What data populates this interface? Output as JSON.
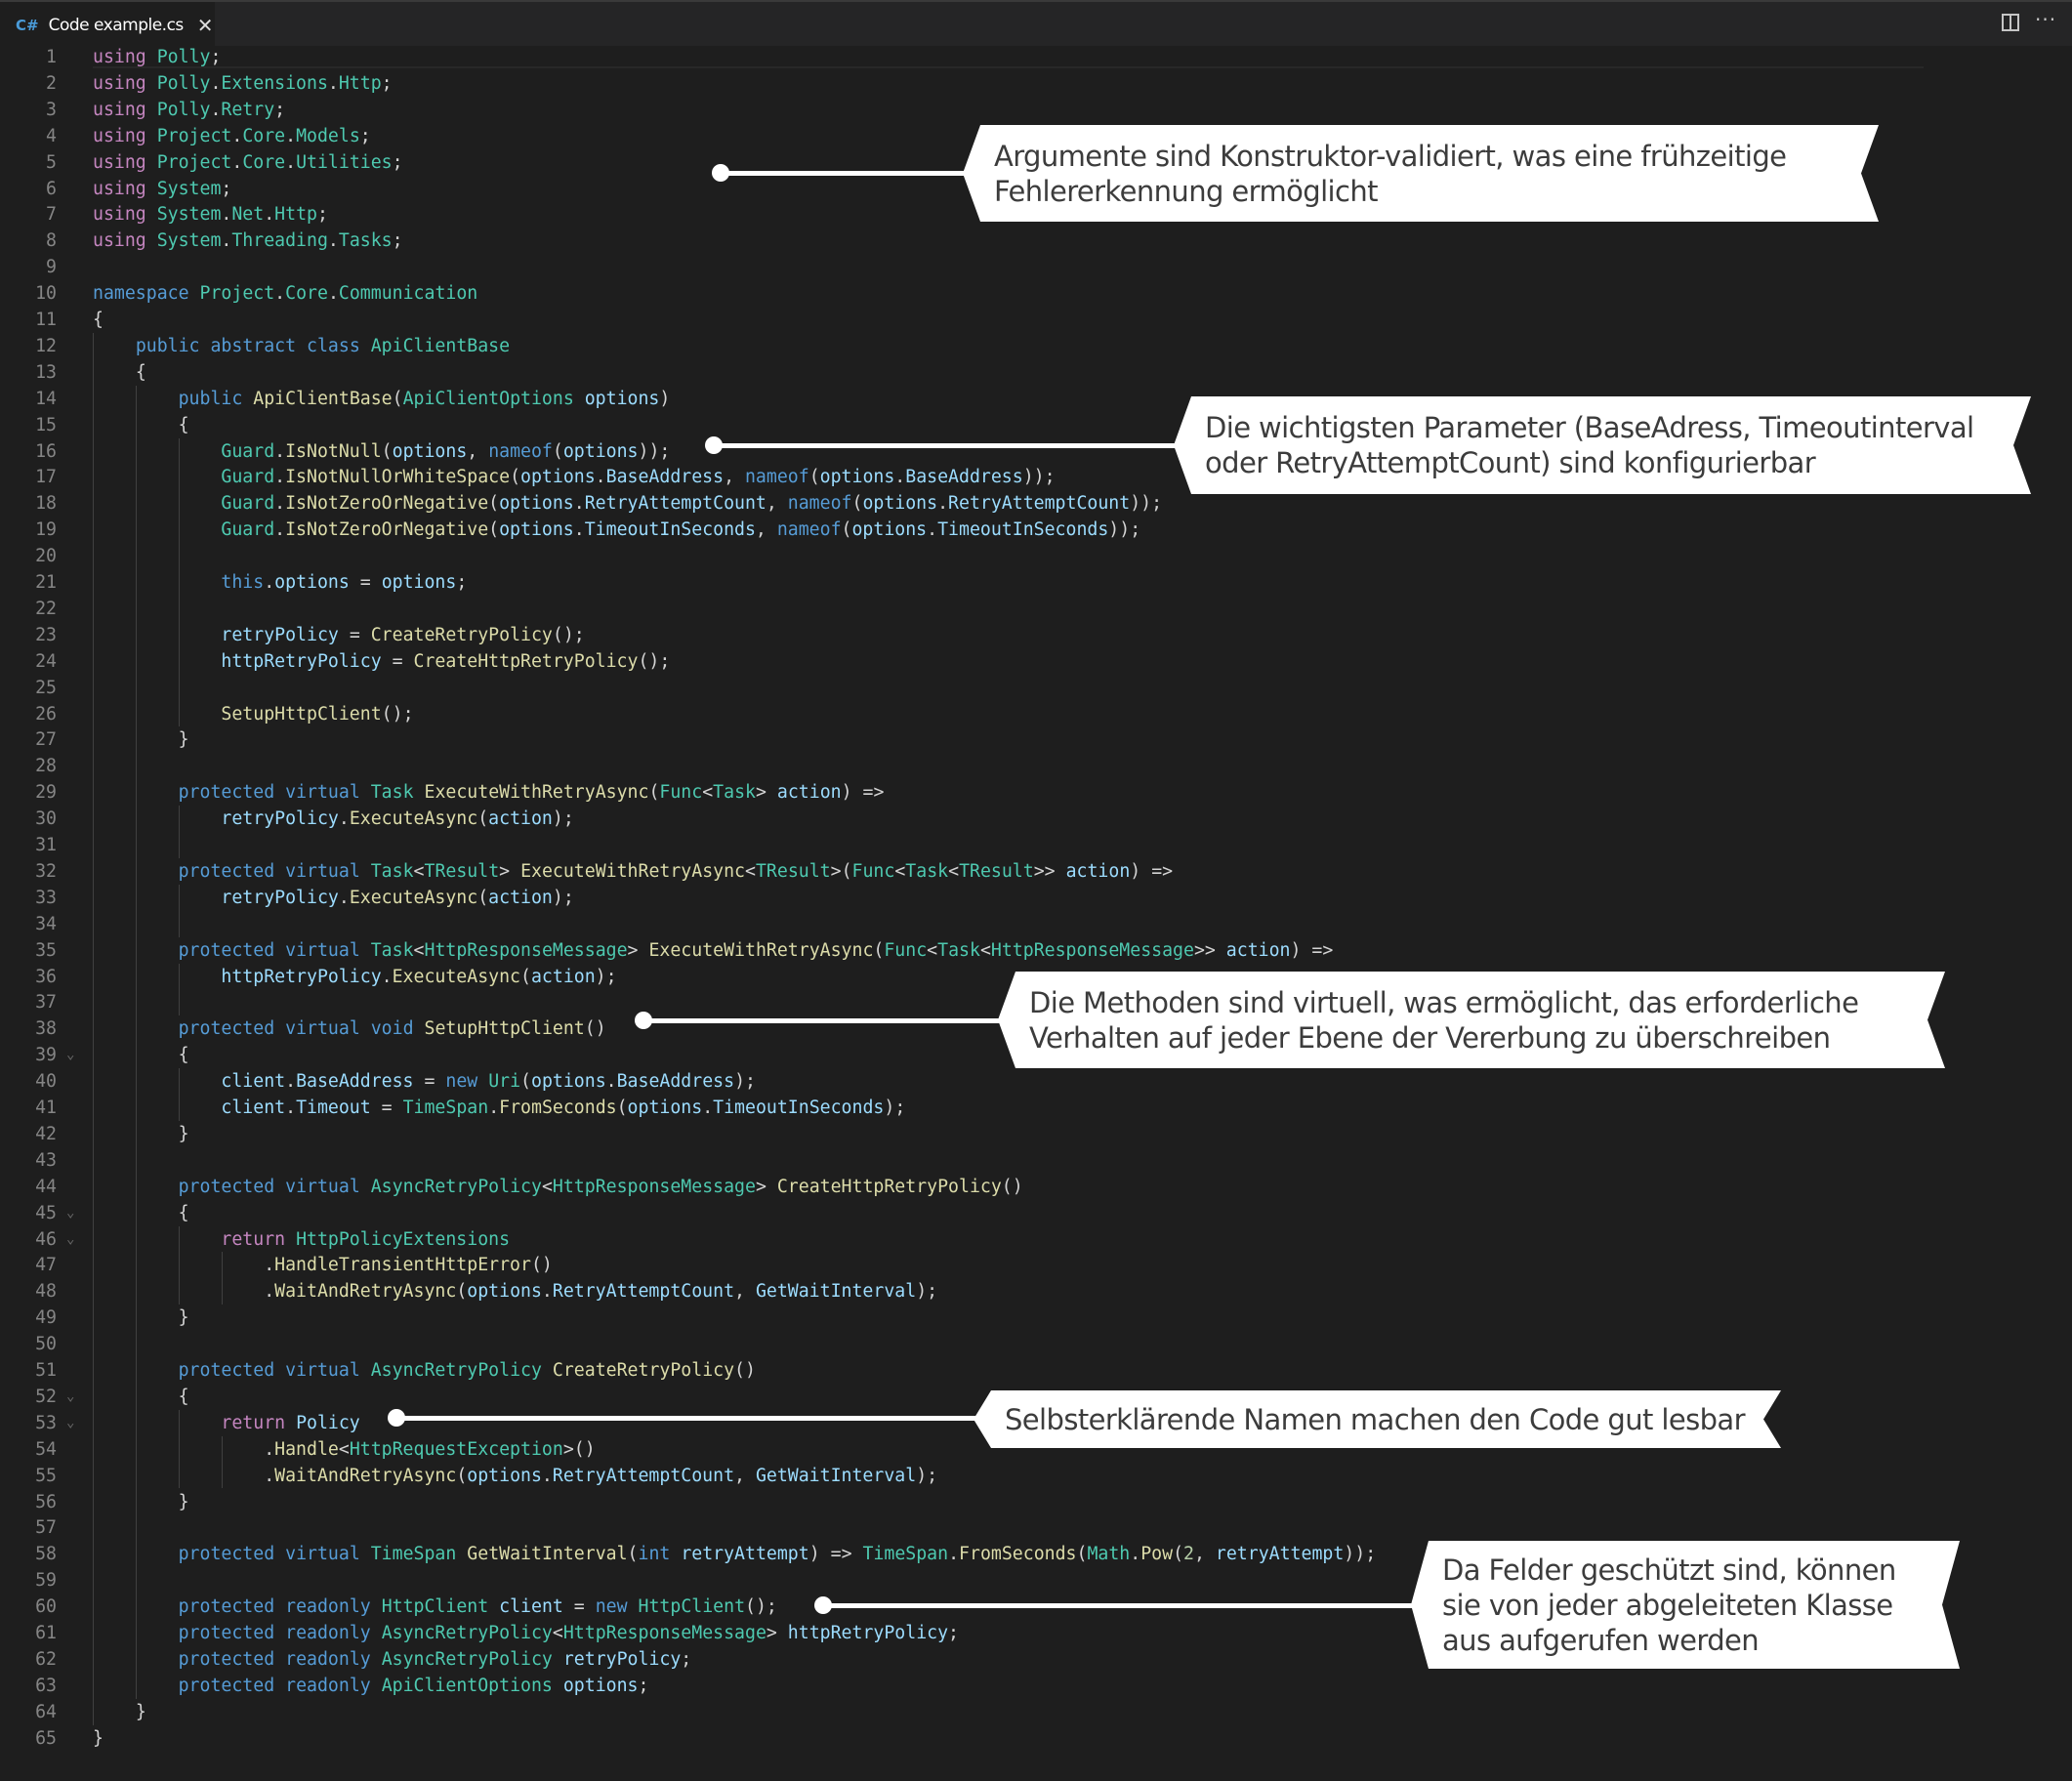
{
  "tab": {
    "icon": "csharp-file-icon",
    "label": "Code example.cs",
    "close": "✕"
  },
  "toolbar": {
    "split_editor": "split-editor-icon",
    "more_actions": "···"
  },
  "colors": {
    "background": "#1e1e1e",
    "tabbar": "#252526",
    "keyword": "#569cd6",
    "control": "#c586c0",
    "type": "#4ec9b0",
    "function": "#dcdcaa",
    "variable": "#9cdcfe",
    "number": "#b5cea8",
    "text": "#d4d4d4",
    "line_number": "#858585",
    "callout_bg": "#ffffff",
    "callout_text": "#3c3c3c"
  },
  "editor": {
    "lines": [
      "using Polly;",
      "using Polly.Extensions.Http;",
      "using Polly.Retry;",
      "using Project.Core.Models;",
      "using Project.Core.Utilities;",
      "using System;",
      "using System.Net.Http;",
      "using System.Threading.Tasks;",
      "",
      "namespace Project.Core.Communication",
      "{",
      "    public abstract class ApiClientBase",
      "    {",
      "        public ApiClientBase(ApiClientOptions options)",
      "        {",
      "            Guard.IsNotNull(options, nameof(options));",
      "            Guard.IsNotNullOrWhiteSpace(options.BaseAddress, nameof(options.BaseAddress));",
      "            Guard.IsNotZeroOrNegative(options.RetryAttemptCount, nameof(options.RetryAttemptCount));",
      "            Guard.IsNotZeroOrNegative(options.TimeoutInSeconds, nameof(options.TimeoutInSeconds));",
      "",
      "            this.options = options;",
      "",
      "            retryPolicy = CreateRetryPolicy();",
      "            httpRetryPolicy = CreateHttpRetryPolicy();",
      "",
      "            SetupHttpClient();",
      "        }",
      "",
      "        protected virtual Task ExecuteWithRetryAsync(Func<Task> action) =>",
      "            retryPolicy.ExecuteAsync(action);",
      "",
      "        protected virtual Task<TResult> ExecuteWithRetryAsync<TResult>(Func<Task<TResult>> action) =>",
      "            retryPolicy.ExecuteAsync(action);",
      "",
      "        protected virtual Task<HttpResponseMessage> ExecuteWithRetryAsync(Func<Task<HttpResponseMessage>> action) =>",
      "            httpRetryPolicy.ExecuteAsync(action);",
      "",
      "        protected virtual void SetupHttpClient()",
      "        {",
      "            client.BaseAddress = new Uri(options.BaseAddress);",
      "            client.Timeout = TimeSpan.FromSeconds(options.TimeoutInSeconds);",
      "        }",
      "",
      "        protected virtual AsyncRetryPolicy<HttpResponseMessage> CreateHttpRetryPolicy()",
      "        {",
      "            return HttpPolicyExtensions",
      "                .HandleTransientHttpError()",
      "                .WaitAndRetryAsync(options.RetryAttemptCount, GetWaitInterval);",
      "        }",
      "",
      "        protected virtual AsyncRetryPolicy CreateRetryPolicy()",
      "        {",
      "            return Policy",
      "                .Handle<HttpRequestException>()",
      "                .WaitAndRetryAsync(options.RetryAttemptCount, GetWaitInterval);",
      "        }",
      "",
      "        protected virtual TimeSpan GetWaitInterval(int retryAttempt) => TimeSpan.FromSeconds(Math.Pow(2, retryAttempt));",
      "",
      "        protected readonly HttpClient client = new HttpClient();",
      "        protected readonly AsyncRetryPolicy<HttpResponseMessage> httpRetryPolicy;",
      "        protected readonly AsyncRetryPolicy retryPolicy;",
      "        protected readonly ApiClientOptions options;",
      "    }",
      "}"
    ],
    "folded_lines": [
      39,
      45,
      46,
      52,
      53
    ]
  },
  "callouts": [
    {
      "text": "Argumente sind Konstruktor-validiert, was eine frühzeitige Fehlererkennung ermöglicht",
      "line": 5
    },
    {
      "text": "Die wichtigsten Parameter (BaseAdress, Timeoutinterval oder RetryAttemptCount) sind konfigurierbar",
      "line": 16
    },
    {
      "text": "Die Methoden sind virtuell, was ermöglicht, das erforderliche Verhalten auf jeder Ebene der Vererbung zu überschreiben",
      "line": 38
    },
    {
      "text": "Selbsterklärende Namen machen den Code gut lesbar",
      "line": 53
    },
    {
      "text": "Da Felder geschützt sind, können sie von jeder abgeleiteten Klasse aus aufgerufen werden",
      "line": 60
    }
  ]
}
